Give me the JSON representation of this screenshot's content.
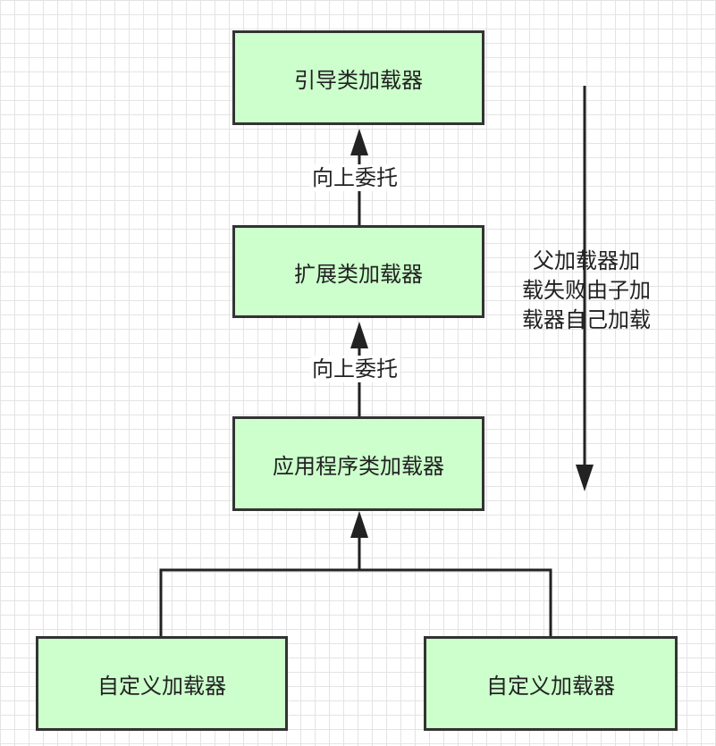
{
  "nodes": {
    "bootstrap": "引导类加载器",
    "extension": "扩展类加载器",
    "application": "应用程序类加载器",
    "custom_left": "自定义加载器",
    "custom_right": "自定义加载器"
  },
  "edges": {
    "ext_to_boot": "向上委托",
    "app_to_ext": "向上委托"
  },
  "note": {
    "line1": "父加载器加",
    "line2": "载失败由子加",
    "line3": "载器自己加载"
  }
}
